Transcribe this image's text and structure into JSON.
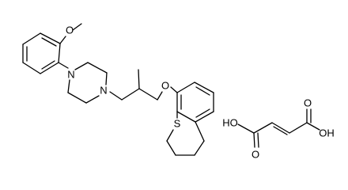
{
  "molecule": {
    "atoms": {
      "methoxy_o": "O",
      "piperazine_n_top": "N",
      "piperazine_n_bottom": "N",
      "ether_o": "O",
      "thio_s": "S"
    }
  },
  "fumaric_acid": {
    "acid_left": "HO",
    "carbonyl_o_left": "O",
    "carbonyl_o_right": "O",
    "acid_right": "OH"
  }
}
